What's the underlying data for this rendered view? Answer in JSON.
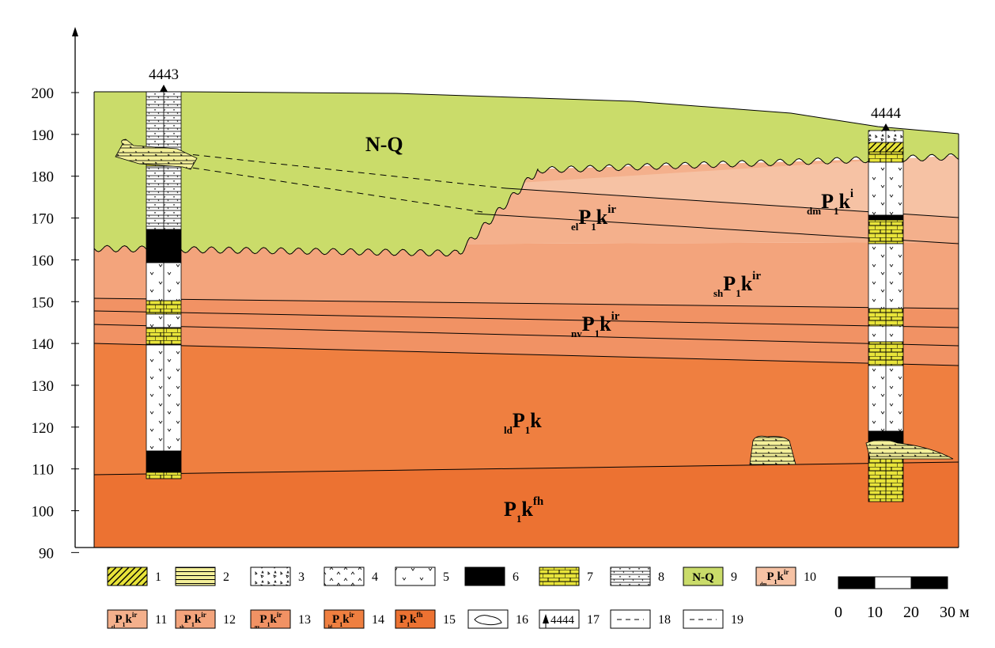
{
  "colors": {
    "nq": "#cadc6a",
    "dm": "#f6c2a4",
    "el": "#f4b08c",
    "sh": "#f3a47c",
    "nv": "#f19264",
    "ld": "#ef7f40",
    "fh": "#ec7232",
    "limestone": "#e8e43a",
    "black": "#000000"
  },
  "axis": {
    "ticks": [
      "200",
      "190",
      "180",
      "170",
      "160",
      "150",
      "140",
      "130",
      "120",
      "110",
      "100",
      "90"
    ]
  },
  "wells": [
    {
      "id": "4443",
      "label": "4443"
    },
    {
      "id": "4444",
      "label": "4444"
    }
  ],
  "units": {
    "nq": {
      "main": "N-Q"
    },
    "dm": {
      "pre": "dm",
      "main1": "P",
      "sub1": "1",
      "main2": "k",
      "sup": "i"
    },
    "el": {
      "pre": "el",
      "main1": "P",
      "sub1": "1",
      "main2": "k",
      "sup": "ir"
    },
    "sh": {
      "pre": "sh",
      "main1": "P",
      "sub1": "1",
      "main2": "k",
      "sup": "ir"
    },
    "nv": {
      "pre": "nv",
      "main1": "P",
      "sub1": "1",
      "main2": "k",
      "sup": "ir"
    },
    "ld": {
      "pre": "ld",
      "main1": "P",
      "sub1": "1",
      "main2": "k"
    },
    "fh": {
      "main1": "P",
      "sub1": "1",
      "main2": "k",
      "sup": "fh"
    }
  },
  "legend": {
    "row1": [
      {
        "num": "1"
      },
      {
        "num": "2"
      },
      {
        "num": "3"
      },
      {
        "num": "4"
      },
      {
        "num": "5"
      },
      {
        "num": "6"
      },
      {
        "num": "7"
      },
      {
        "num": "8"
      },
      {
        "num": "9",
        "text": "N-Q"
      },
      {
        "num": "10",
        "pre": "dm",
        "main1": "P",
        "sub1": "1",
        "main2": "k",
        "sup": "ir"
      }
    ],
    "row2": [
      {
        "num": "11",
        "pre": "el",
        "main1": "P",
        "sub1": "1",
        "main2": "k",
        "sup": "ir"
      },
      {
        "num": "12",
        "pre": "sh",
        "main1": "P",
        "sub1": "1",
        "main2": "k",
        "sup": "ir"
      },
      {
        "num": "13",
        "pre": "nv",
        "main1": "P",
        "sub1": "1",
        "main2": "k",
        "sup": "ir"
      },
      {
        "num": "14",
        "pre": "ld",
        "main1": "P",
        "sub1": "1",
        "main2": "k",
        "sup": "ir"
      },
      {
        "num": "15",
        "main1": "P",
        "sub1": "1",
        "main2": "k",
        "sup": "fh"
      },
      {
        "num": "16"
      },
      {
        "num": "17",
        "text": "4444"
      },
      {
        "num": "18"
      },
      {
        "num": "19"
      }
    ]
  },
  "scale": {
    "labels": [
      "0",
      "10",
      "20",
      "30 м"
    ]
  }
}
